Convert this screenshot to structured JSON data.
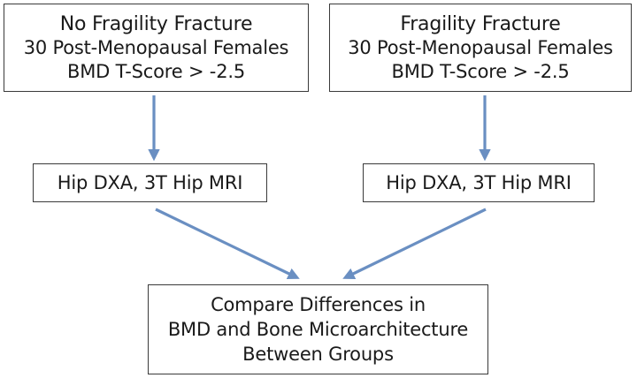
{
  "left_group": {
    "title": "No Fragility Fracture",
    "line1": "30 Post-Menopausal Females",
    "line2": "BMD T-Score > -2.5"
  },
  "right_group": {
    "title": "Fragility Fracture",
    "line1": "30 Post-Menopausal Females",
    "line2": "BMD T-Score > -2.5"
  },
  "left_imaging": {
    "label": "Hip DXA, 3T Hip MRI"
  },
  "right_imaging": {
    "label": "Hip DXA, 3T Hip MRI"
  },
  "compare": {
    "line1": "Compare Differences in",
    "line2": "BMD and Bone Microarchitecture",
    "line3": "Between Groups"
  },
  "colors": {
    "arrow": "#6a8fc2",
    "border": "#3a3a3a"
  }
}
